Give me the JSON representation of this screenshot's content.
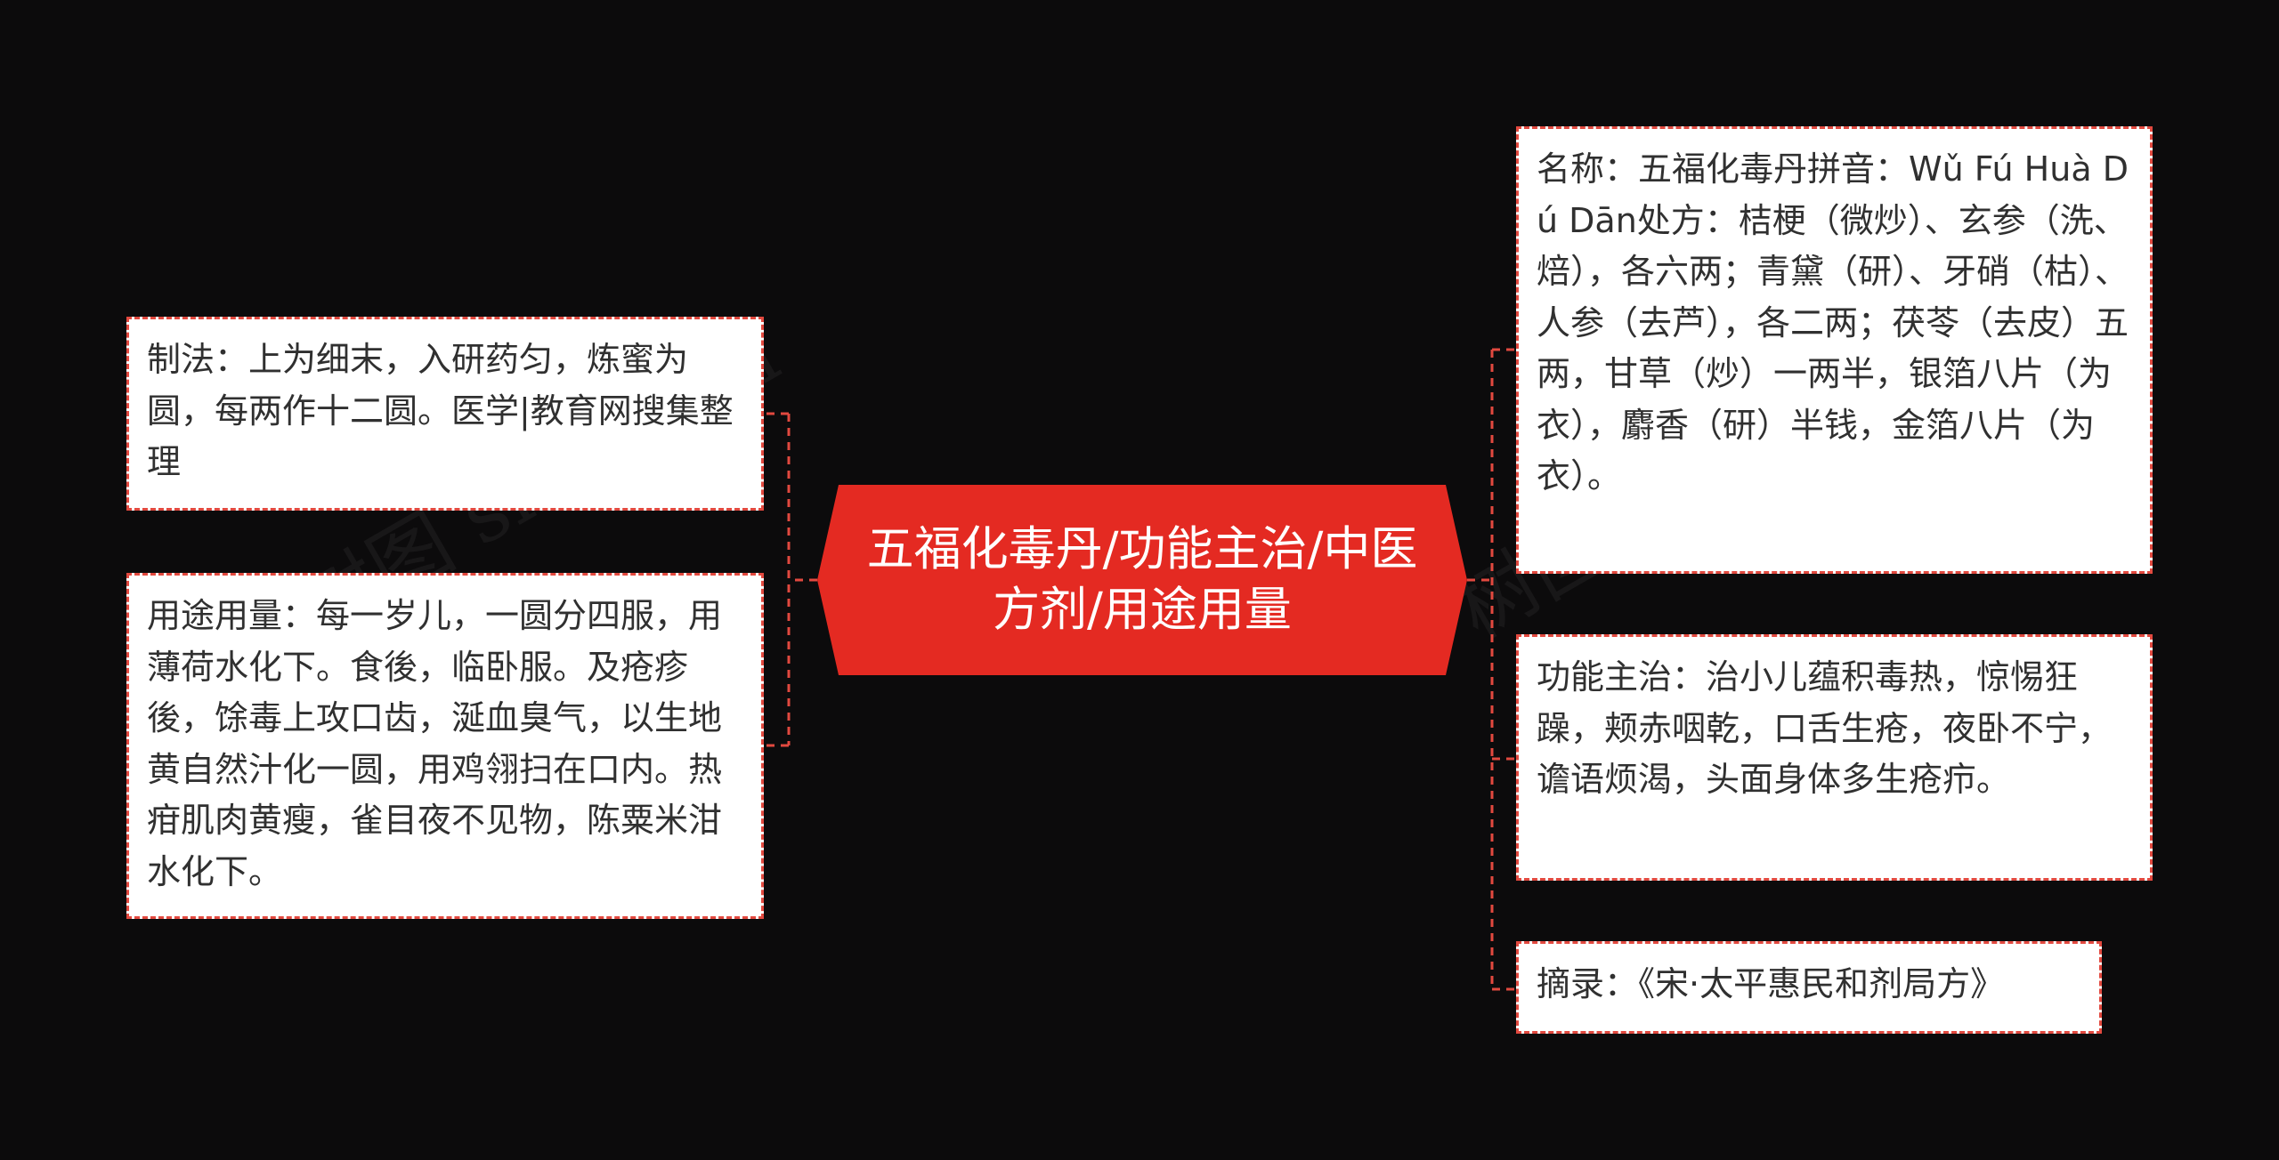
{
  "colors": {
    "background": "#0c0b0c",
    "central_fill": "#e42a22",
    "central_text": "#ffffff",
    "node_fill": "#ffffff",
    "node_border": "#e2493f",
    "node_text": "#303030",
    "connector": "#e2493f"
  },
  "central": {
    "label": "五福化毒丹/功能主治/中医方剂/用途用量"
  },
  "left_nodes": [
    {
      "id": "zhifa",
      "text": "制法：上为细末，入研药匀，炼蜜为圆，每两作十二圆。医学|教育网搜集整理"
    },
    {
      "id": "yongtu",
      "text": "用途用量：每一岁儿，一圆分四服，用薄荷水化下。食後，临卧服。及疮疹後，馀毒上攻口齿，涎血臭气，以生地黄自然汁化一圆，用鸡翎扫在口内。热疳肌肉黄瘦，雀目夜不见物，陈粟米泔水化下。"
    }
  ],
  "right_nodes": [
    {
      "id": "mingcheng",
      "text": "名称：五福化毒丹拼音：Wǔ Fú Huà Dú Dān处方：桔梗（微炒）、玄参（洗、焙），各六两；青黛（研）、牙硝（枯）、人参（去芦），各二两；茯苓（去皮）五两，甘草（炒）一两半，银箔八片（为衣），麝香（研）半钱，金箔八片（为衣）。"
    },
    {
      "id": "gongneng",
      "text": "功能主治：治小儿蕴积毒热，惊惕狂躁，颊赤咽乾，口舌生疮，夜卧不宁，谵语烦渴，头面身体多生疮疖。"
    },
    {
      "id": "zhailu",
      "text": "摘录：《宋·太平惠民和剂局方》"
    }
  ],
  "watermark": {
    "text": "树图 shutu.cn"
  }
}
